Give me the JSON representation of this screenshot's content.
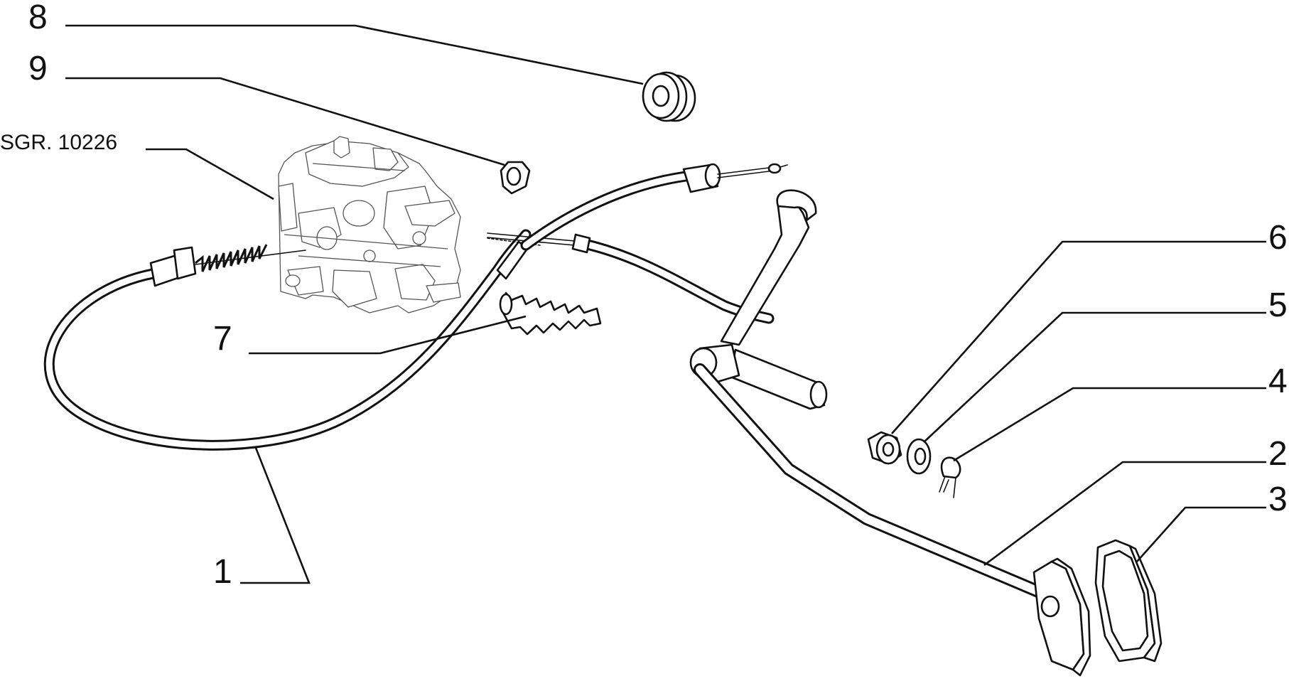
{
  "callouts": {
    "c1": "1",
    "c2": "2",
    "c3": "3",
    "c4": "4",
    "c5": "5",
    "c6": "6",
    "c7": "7",
    "c8": "8",
    "c9": "9",
    "ref": "SGR. 10226"
  }
}
